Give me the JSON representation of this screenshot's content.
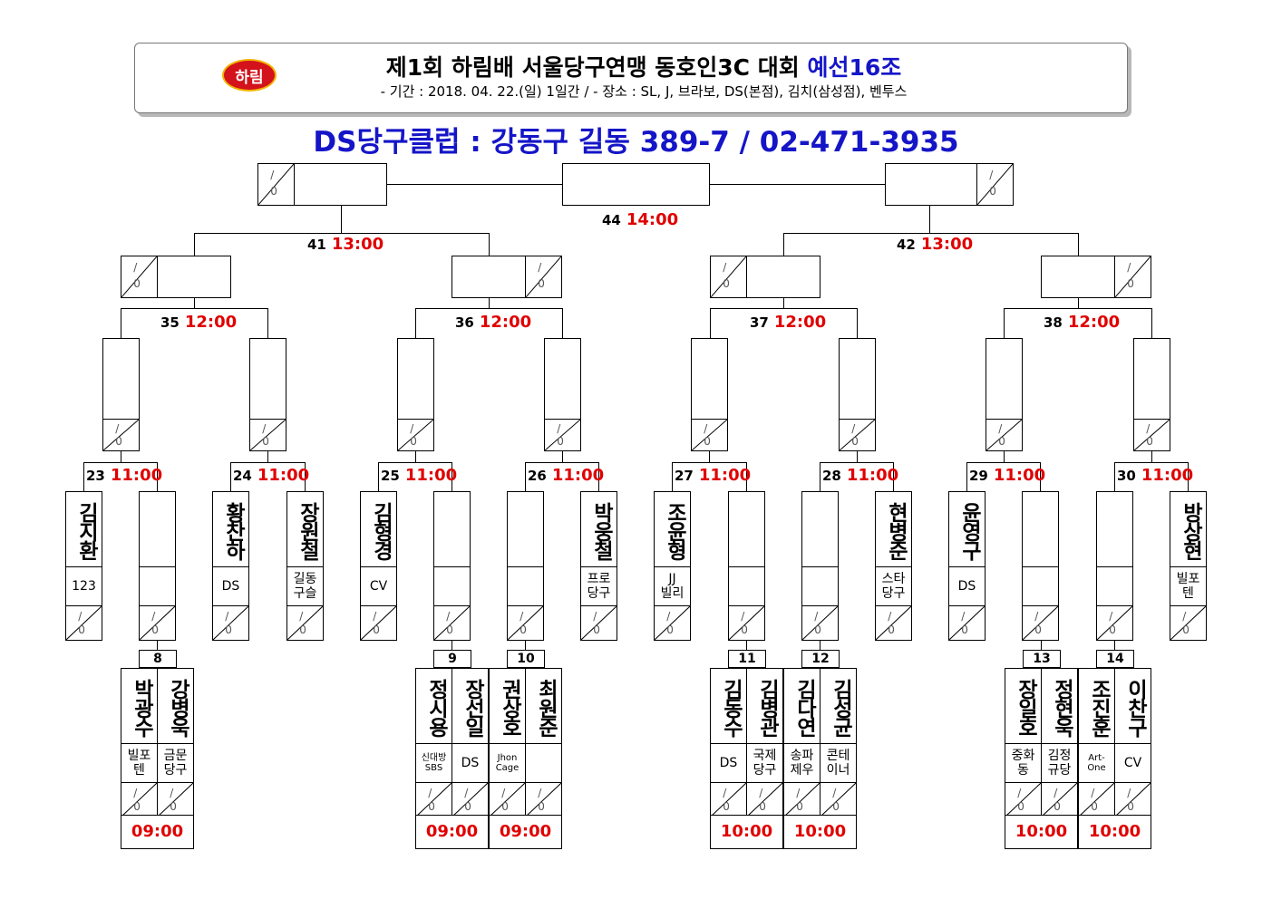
{
  "header": {
    "logo_text": "하림",
    "title_main": "제1회 하림배 서울당구연맹 동호인3C 대회",
    "title_group": "예선16조",
    "subtitle": "- 기간 : 2018. 04. 22.(일) 1일간 / - 장소 : SL, J, 브라보, DS(본점), 김치(삼성점), 벤투스"
  },
  "venue": "DS당구클럽 : 강동구 길동 389-7 / 02-471-3935",
  "score_placeholder": {
    "top": "/",
    "bottom": "0"
  },
  "matches": {
    "m44": {
      "num": "44",
      "time": "14:00"
    },
    "m41": {
      "num": "41",
      "time": "13:00"
    },
    "m42": {
      "num": "42",
      "time": "13:00"
    },
    "m35": {
      "num": "35",
      "time": "12:00"
    },
    "m36": {
      "num": "36",
      "time": "12:00"
    },
    "m37": {
      "num": "37",
      "time": "12:00"
    },
    "m38": {
      "num": "38",
      "time": "12:00"
    },
    "m23": {
      "num": "23",
      "time": "11:00"
    },
    "m24": {
      "num": "24",
      "time": "11:00"
    },
    "m25": {
      "num": "25",
      "time": "11:00"
    },
    "m26": {
      "num": "26",
      "time": "11:00"
    },
    "m27": {
      "num": "27",
      "time": "11:00"
    },
    "m28": {
      "num": "28",
      "time": "11:00"
    },
    "m29": {
      "num": "29",
      "time": "11:00"
    },
    "m30": {
      "num": "30",
      "time": "11:00"
    }
  },
  "round1_players": [
    {
      "name": "김지환",
      "club": "123"
    },
    {
      "name": "",
      "club": ""
    },
    {
      "name": "황찬하",
      "club": "DS"
    },
    {
      "name": "장원철",
      "club": "길동 구슬"
    },
    {
      "name": "김형경",
      "club": "CV"
    },
    {
      "name": "",
      "club": ""
    },
    {
      "name": "",
      "club": ""
    },
    {
      "name": "박웅철",
      "club": "프로 당구"
    },
    {
      "name": "조윤형",
      "club": "JJ 빌리"
    },
    {
      "name": "",
      "club": ""
    },
    {
      "name": "",
      "club": ""
    },
    {
      "name": "현병준",
      "club": "스타 당구"
    },
    {
      "name": "윤영구",
      "club": "DS"
    },
    {
      "name": "",
      "club": ""
    },
    {
      "name": "",
      "club": ""
    },
    {
      "name": "방상현",
      "club": "빌포 텐"
    }
  ],
  "bottom_matches": [
    {
      "num": "8",
      "time": "09:00",
      "players": [
        {
          "name": "박광수",
          "club": "빌포 텐"
        },
        {
          "name": "강병욱",
          "club": "금문 당구"
        }
      ]
    },
    {
      "num": "9",
      "time": "09:00",
      "players": [
        {
          "name": "정시용",
          "club": "신대방 SBS"
        },
        {
          "name": "장선일",
          "club": "DS"
        }
      ]
    },
    {
      "num": "10",
      "time": "09:00",
      "players": [
        {
          "name": "권상호",
          "club": "Jhon Cage"
        },
        {
          "name": "최원준",
          "club": ""
        }
      ]
    },
    {
      "num": "11",
      "time": "10:00",
      "players": [
        {
          "name": "김동수",
          "club": "DS"
        },
        {
          "name": "김병관",
          "club": "국제 당구"
        }
      ]
    },
    {
      "num": "12",
      "time": "10:00",
      "players": [
        {
          "name": "김다연",
          "club": "송파 제우"
        },
        {
          "name": "김성균",
          "club": "콘테 이너"
        }
      ]
    },
    {
      "num": "13",
      "time": "10:00",
      "players": [
        {
          "name": "장일호",
          "club": "중화 동"
        },
        {
          "name": "정현욱",
          "club": "김정 규당"
        }
      ]
    },
    {
      "num": "14",
      "time": "10:00",
      "players": [
        {
          "name": "조진훈",
          "club": "Art- One"
        },
        {
          "name": "이찬구",
          "club": "CV"
        }
      ]
    }
  ],
  "colors": {
    "accent_blue": "#1515c8",
    "time_red": "#e00000",
    "logo_red": "#d3121b"
  }
}
